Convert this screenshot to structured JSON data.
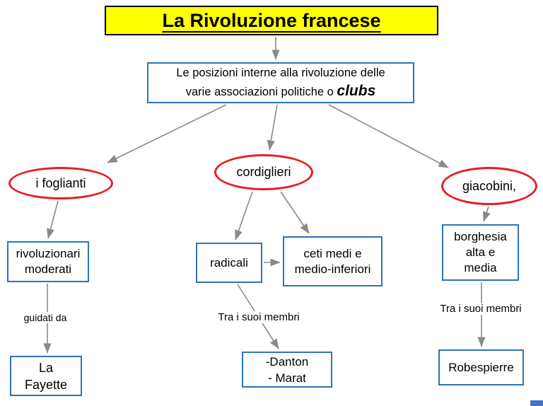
{
  "title": "La Rivoluzione  francese",
  "intro": {
    "line1": "Le posizioni interne alla rivoluzione delle",
    "line2_prefix": "varie associazioni politiche o ",
    "line2_emphasis": "clubs"
  },
  "nodes": {
    "foglianti": "i  foglianti",
    "cordiglieri": "cordiglieri",
    "giacobini": "giacobini,",
    "moderati": "rivoluzionari\nmoderati",
    "radicali": "radicali",
    "ceti": "ceti medi e\nmedio-inferiori",
    "borghesia": "borghesia\nalta e\nmedia",
    "lafayette": "La\nFayette",
    "danton": "-Danton\n- Marat",
    "robespierre": "Robespierre"
  },
  "labels": {
    "guidati": "guidati da",
    "membri_center": "Tra i suoi membri",
    "membri_right": "Tra i suoi membri"
  },
  "colors": {
    "title_bg": "#ffff00",
    "box_border": "#2e74b5",
    "ellipse_stroke": "#e81c24",
    "arrow": "#8a8a8a"
  }
}
